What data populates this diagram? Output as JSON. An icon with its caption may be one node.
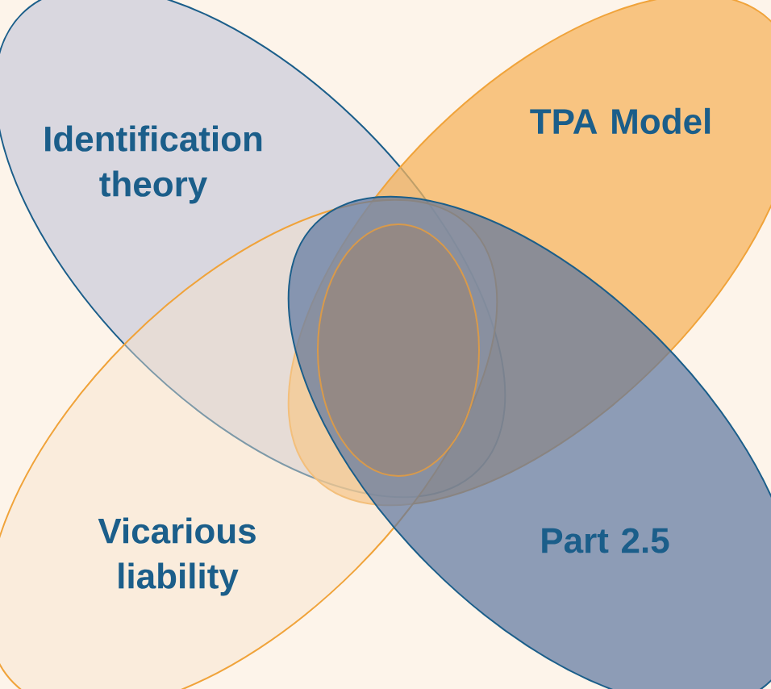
{
  "diagram": {
    "nodes": [
      {
        "text": [
          "Identification theory"
        ]
      },
      {
        "text": [
          "TPA Model"
        ]
      },
      {
        "text": [
          "Vicarious liability"
        ]
      },
      {
        "text": [
          "Part 2.5"
        ]
      },
      {
        "text": [],
        "shape": "ellipse"
      }
    ]
  }
}
